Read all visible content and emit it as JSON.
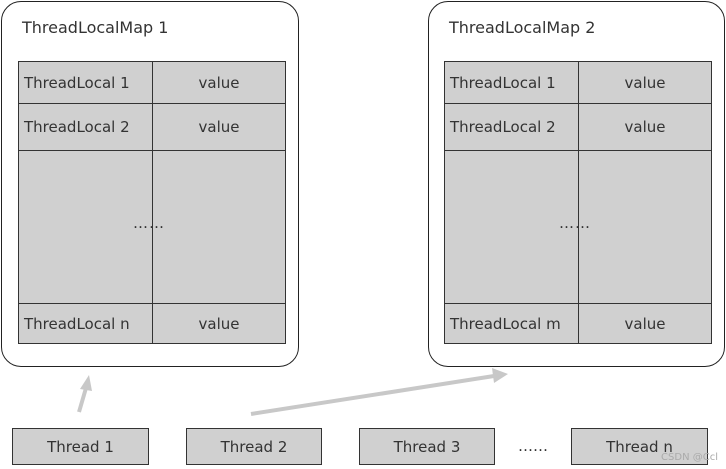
{
  "maps": [
    {
      "title": "ThreadLocalMap 1",
      "rows": [
        {
          "key": "ThreadLocal 1",
          "value": "value"
        },
        {
          "key": "ThreadLocal 2",
          "value": "value"
        },
        {
          "key": "ThreadLocal n",
          "value": "value"
        }
      ],
      "ellipsis": "……"
    },
    {
      "title": "ThreadLocalMap 2",
      "rows": [
        {
          "key": "ThreadLocal 1",
          "value": "value"
        },
        {
          "key": "ThreadLocal 2",
          "value": "value"
        },
        {
          "key": "ThreadLocal m",
          "value": "value"
        }
      ],
      "ellipsis": "……"
    }
  ],
  "threads": [
    "Thread 1",
    "Thread 2",
    "Thread 3",
    "Thread n"
  ],
  "threads_ellipsis": "……",
  "watermark": "CSDN @Ccl",
  "colors": {
    "table_fill": "#d0d0d0",
    "arrow": "#c8c8c8",
    "border": "#222222"
  }
}
